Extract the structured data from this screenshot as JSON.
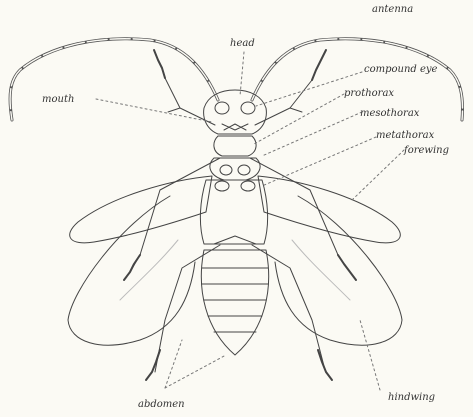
{
  "labels": {
    "antenna": "antenna",
    "head": "head",
    "compound_eye": "compound eye",
    "mouth": "mouth",
    "prothorax": "prothorax",
    "mesothorax": "mesothorax",
    "metathorax": "metathorax",
    "forewing": "forewing",
    "abdomen": "abdomen",
    "hindwing": "hindwing"
  },
  "colors": {
    "ink": "#444444",
    "paper": "#fbfaf4"
  }
}
